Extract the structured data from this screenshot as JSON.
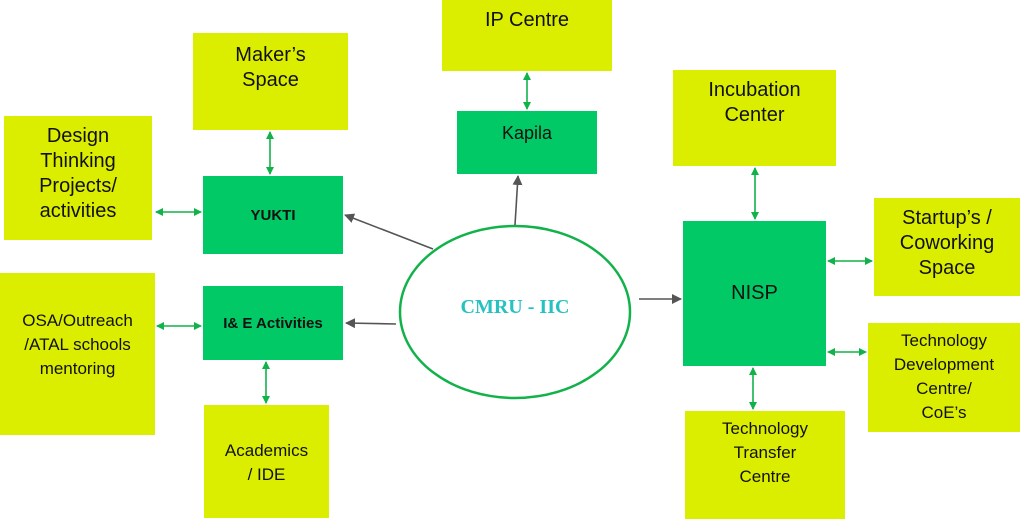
{
  "title": "CMRU - IIC",
  "colors": {
    "outer_box": "#dcee00",
    "inner_box": "#00c965",
    "ellipse_stroke": "#12b24a",
    "center_text": "#27c2c0",
    "connector": "#12b24a",
    "pointer": "#555555"
  },
  "center": {
    "label": "CMRU - IIC"
  },
  "hubs": {
    "yukti": "YUKTI",
    "ie": "I& E Activities",
    "kapila": "Kapila",
    "nisp": "NISP"
  },
  "nodes": {
    "makers_space": [
      "Maker’s",
      "Space"
    ],
    "design_thinking": [
      "Design",
      "Thinking",
      "Projects/",
      "activities"
    ],
    "osa": [
      "OSA/Outreach",
      "/ATAL schools",
      "mentoring"
    ],
    "academics": [
      "Academics",
      "/ IDE"
    ],
    "ip_centre": [
      "IP Centre"
    ],
    "incubation": [
      "Incubation",
      "Center"
    ],
    "startups": [
      "Startup’s /",
      "Coworking",
      "Space"
    ],
    "tech_dev": [
      "Technology",
      "Development",
      "Centre/",
      "CoE’s"
    ],
    "tech_transfer": [
      "Technology",
      "Transfer",
      "Centre"
    ]
  },
  "edges": [
    {
      "from": "CMRU - IIC",
      "to": "YUKTI",
      "type": "directed"
    },
    {
      "from": "CMRU - IIC",
      "to": "I& E Activities",
      "type": "directed"
    },
    {
      "from": "CMRU - IIC",
      "to": "Kapila",
      "type": "directed"
    },
    {
      "from": "CMRU - IIC",
      "to": "NISP",
      "type": "directed"
    },
    {
      "from": "YUKTI",
      "to": "Maker’s Space",
      "type": "bidirectional"
    },
    {
      "from": "YUKTI",
      "to": "Design Thinking Projects/ activities",
      "type": "bidirectional"
    },
    {
      "from": "I& E Activities",
      "to": "OSA/Outreach /ATAL schools mentoring",
      "type": "bidirectional"
    },
    {
      "from": "I& E Activities",
      "to": "Academics / IDE",
      "type": "bidirectional"
    },
    {
      "from": "Kapila",
      "to": "IP Centre",
      "type": "bidirectional"
    },
    {
      "from": "NISP",
      "to": "Incubation Center",
      "type": "bidirectional"
    },
    {
      "from": "NISP",
      "to": "Startup’s / Coworking Space",
      "type": "bidirectional"
    },
    {
      "from": "NISP",
      "to": "Technology Development Centre/ CoE’s",
      "type": "bidirectional"
    },
    {
      "from": "NISP",
      "to": "Technology Transfer Centre",
      "type": "bidirectional"
    }
  ]
}
